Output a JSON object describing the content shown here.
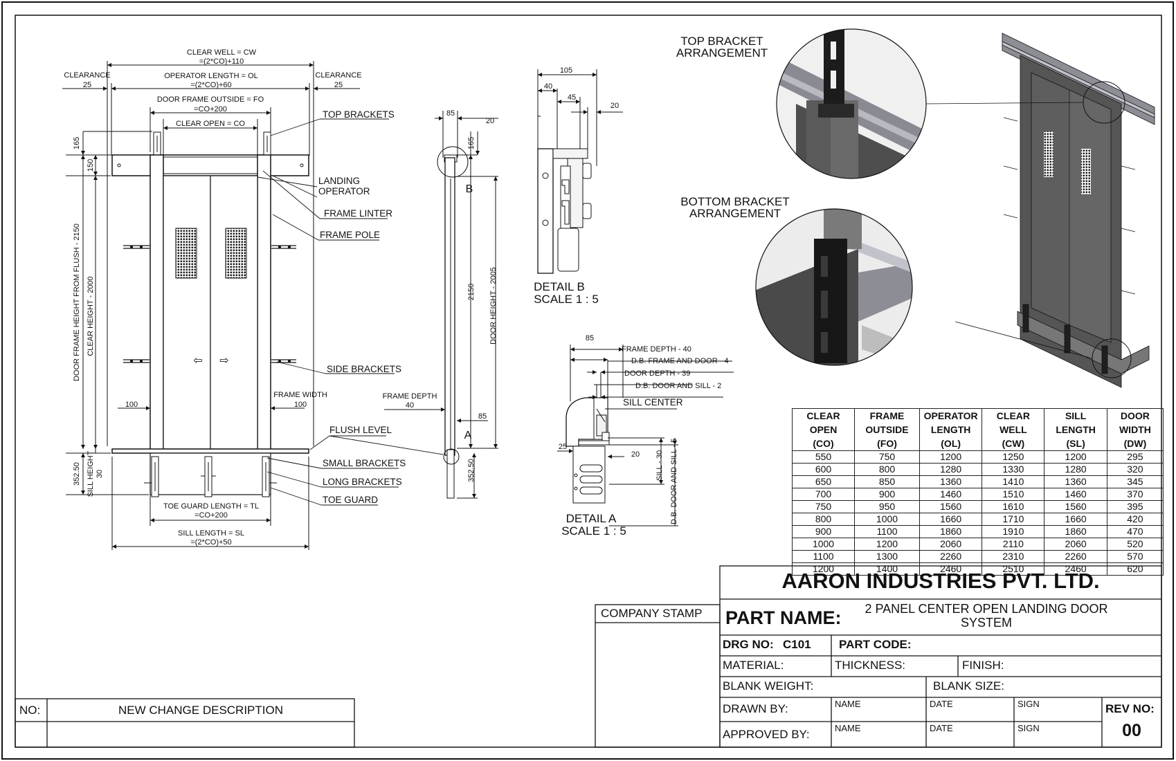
{
  "front_view": {
    "clear_well": [
      "CLEAR WELL = CW",
      "=(2*CO)+110"
    ],
    "clearance_left": [
      "CLEARANCE",
      "25"
    ],
    "clearance_right": [
      "CLEARANCE",
      "25"
    ],
    "operator_length": [
      "OPERATOR LENGTH = OL",
      "=(2*CO)+60"
    ],
    "door_frame_outside": [
      "DOOR FRAME OUTSIDE = FO",
      "=CO+200"
    ],
    "clear_open": "CLEAR OPEN = CO",
    "dim_165": "165",
    "dim_150": "150",
    "door_frame_height": "DOOR FRAME HEIGHT FROM FLUSH - 2150",
    "clear_height": "CLEAR HEIGHT - 2000",
    "dim_100_left": "100",
    "frame_width": [
      "FRAME WIDTH",
      "100"
    ],
    "dim_352_50": "352.50",
    "sill_height": [
      "SILL HEIGHT",
      "30"
    ],
    "toe_guard_length": [
      "TOE GUARD LENGTH = TL",
      "=CO+200"
    ],
    "sill_length": [
      "SILL LENGTH = SL",
      "=(2*CO)+50"
    ],
    "arrow_left": "⇦",
    "arrow_right": "⇨"
  },
  "callouts": {
    "top_brackets": "TOP BRACKETS",
    "landing_operator": [
      "LANDING",
      "OPERATOR"
    ],
    "frame_linter": "FRAME LINTER",
    "frame_pole": "FRAME POLE",
    "side_brackets": "SIDE BRACKETS",
    "flush_level": "FLUSH LEVEL",
    "small_brackets": "SMALL BRACKETS",
    "long_brackets": "LONG BRACKETS",
    "toe_guard": "TOE GUARD"
  },
  "side_view": {
    "dim_85_top": "85",
    "dim_20_top": "20",
    "dim_165": "165",
    "label_b": "B",
    "dim_2150": "2150",
    "door_height": "DOOR HEIGHT - 2005",
    "frame_depth": [
      "FRAME DEPTH",
      "40"
    ],
    "dim_85_bottom": "85",
    "label_a": "A",
    "dim_352_50": "352.50"
  },
  "detail_b": {
    "dim_105": "105",
    "dim_40": "40",
    "dim_45": "45",
    "dim_20": "20",
    "title": "DETAIL B",
    "scale": "SCALE 1 : 5"
  },
  "detail_a": {
    "dim_85": "85",
    "frame_depth": "FRAME DEPTH - 40",
    "db_frame_door": "D.B. FRAME AND DOOR - 4",
    "door_depth": "DOOR DEPTH - 39",
    "db_door_sill": "D.B. DOOR AND SILL - 2",
    "sill_center": "SILL CENTER",
    "dim_25": "25",
    "dim_20": "20",
    "sill_30": "SILL - 30",
    "db_door_sill_5": "D.B. DOOR AND SILL - 5",
    "title": "DETAIL A",
    "scale": "SCALE 1 : 5"
  },
  "iso": {
    "top_bracket": [
      "TOP BRACKET",
      "ARRANGEMENT"
    ],
    "bottom_bracket": [
      "BOTTOM BRACKET",
      "ARRANGEMENT"
    ]
  },
  "table": {
    "headers": [
      [
        "CLEAR OPEN",
        "(CO)"
      ],
      [
        "FRAME",
        "OUTSIDE (FO)"
      ],
      [
        "OPERATOR",
        "LENGTH (OL)"
      ],
      [
        "CLEAR WELL",
        "(CW)"
      ],
      [
        "SILL LENGTH",
        "(SL)"
      ],
      [
        "DOOR",
        "WIDTH (DW)"
      ]
    ],
    "rows": [
      [
        "550",
        "750",
        "1200",
        "1250",
        "1200",
        "295"
      ],
      [
        "600",
        "800",
        "1280",
        "1330",
        "1280",
        "320"
      ],
      [
        "650",
        "850",
        "1360",
        "1410",
        "1360",
        "345"
      ],
      [
        "700",
        "900",
        "1460",
        "1510",
        "1460",
        "370"
      ],
      [
        "750",
        "950",
        "1560",
        "1610",
        "1560",
        "395"
      ],
      [
        "800",
        "1000",
        "1660",
        "1710",
        "1660",
        "420"
      ],
      [
        "900",
        "1100",
        "1860",
        "1910",
        "1860",
        "470"
      ],
      [
        "1000",
        "1200",
        "2060",
        "2110",
        "2060",
        "520"
      ],
      [
        "1100",
        "1300",
        "2260",
        "2310",
        "2260",
        "570"
      ],
      [
        "1200",
        "1400",
        "2460",
        "2510",
        "2460",
        "620"
      ]
    ]
  },
  "title_block": {
    "company": "AARON INDUSTRIES PVT. LTD.",
    "company_stamp": "COMPANY STAMP",
    "part_name_label": "PART NAME:",
    "part_name_value": [
      "2 PANEL CENTER OPEN LANDING DOOR",
      "SYSTEM"
    ],
    "drg_no_label": "DRG NO:",
    "drg_no_value": "C101",
    "part_code_label": "PART CODE:",
    "material_label": "MATERIAL:",
    "thickness_label": "THICKNESS:",
    "finish_label": "FINISH:",
    "blank_weight_label": "BLANK WEIGHT:",
    "blank_size_label": "BLANK SIZE:",
    "drawn_by_label": "DRAWN BY:",
    "approved_by_label": "APPROVED BY:",
    "name_label": "NAME",
    "date_label": "DATE",
    "sign_label": "SIGN",
    "rev_no_label": "REV NO:",
    "rev_no_value": "00"
  },
  "revision_block": {
    "no_label": "NO:",
    "description_label": "NEW CHANGE DESCRIPTION"
  }
}
